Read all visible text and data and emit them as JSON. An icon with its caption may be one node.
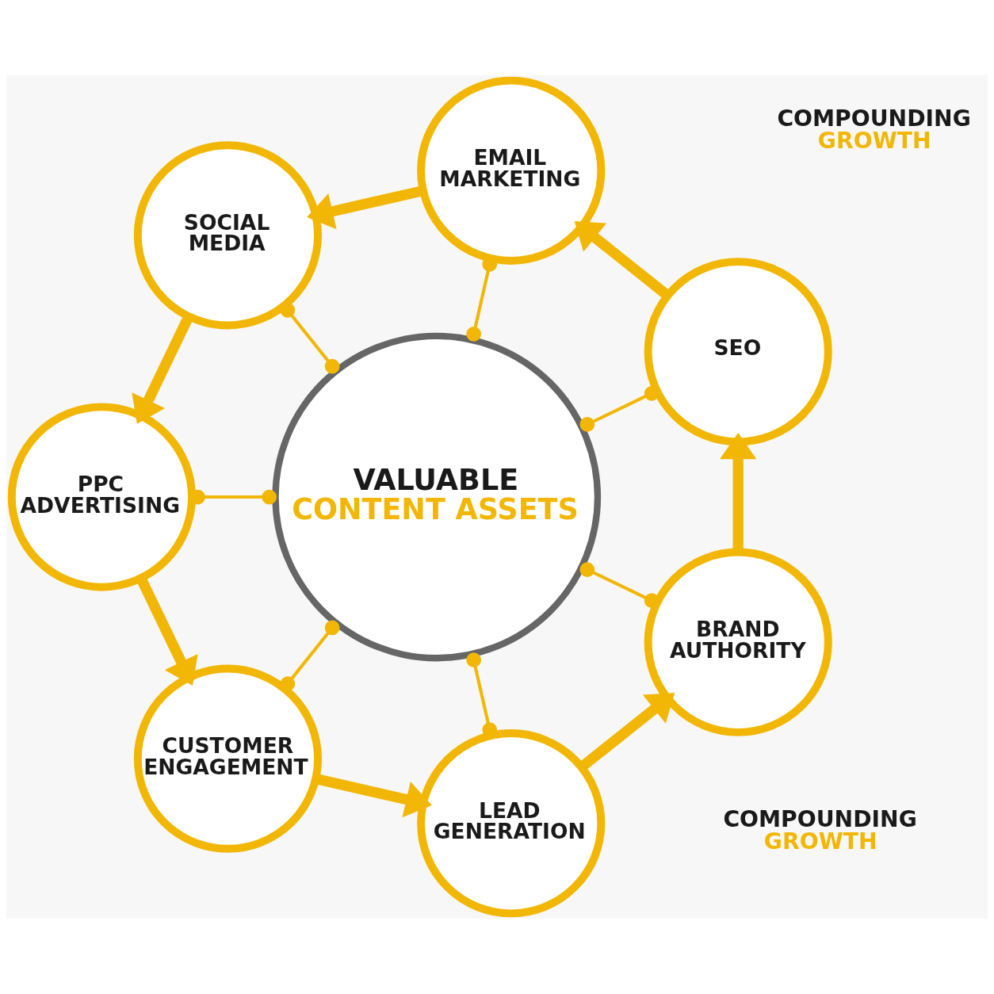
{
  "diagram": {
    "nodes": [
      {
        "text": [
          "VALUABLE CONTENT ASSETS"
        ]
      },
      {
        "text": [
          "SEO"
        ]
      },
      {
        "text": [
          "EMAIL MARKETING"
        ]
      },
      {
        "text": [
          "SOCIAL MEDIA"
        ]
      },
      {
        "text": [
          "PPC ADVERTISING"
        ]
      },
      {
        "text": [
          "CUSTOMER ENGAGEMENT"
        ]
      },
      {
        "text": [
          "LEAD GENERATION"
        ]
      },
      {
        "text": [
          "BRAND AUTHORITY"
        ]
      }
    ],
    "edges": [
      {
        "from": 1,
        "to": 2,
        "arrow": "to",
        "style": "thick"
      },
      {
        "from": 2,
        "to": 3,
        "arrow": "to",
        "style": "thick"
      },
      {
        "from": 3,
        "to": 4,
        "arrow": "to",
        "style": "thick"
      },
      {
        "from": 4,
        "to": 5,
        "arrow": "to",
        "style": "thick"
      },
      {
        "from": 5,
        "to": 6,
        "arrow": "to",
        "style": "thick"
      },
      {
        "from": 6,
        "to": 7,
        "arrow": "to",
        "style": "thick"
      },
      {
        "from": 7,
        "to": 1,
        "arrow": "to",
        "style": "thick"
      },
      {
        "from": 0,
        "to": 2,
        "arrow": "other"
      },
      {
        "from": 0,
        "to": 1,
        "arrow": "other"
      },
      {
        "from": 0,
        "to": 7,
        "arrow": "other"
      },
      {
        "from": 0,
        "to": 6,
        "arrow": "other"
      },
      {
        "from": 0,
        "to": 5,
        "arrow": "other"
      },
      {
        "from": 0,
        "to": 4,
        "arrow": "other"
      },
      {
        "from": 0,
        "to": 3,
        "arrow": "other"
      }
    ],
    "labels": [
      "COMPOUNDING GROWTH",
      "COMPOUNDING GROWTH"
    ]
  }
}
